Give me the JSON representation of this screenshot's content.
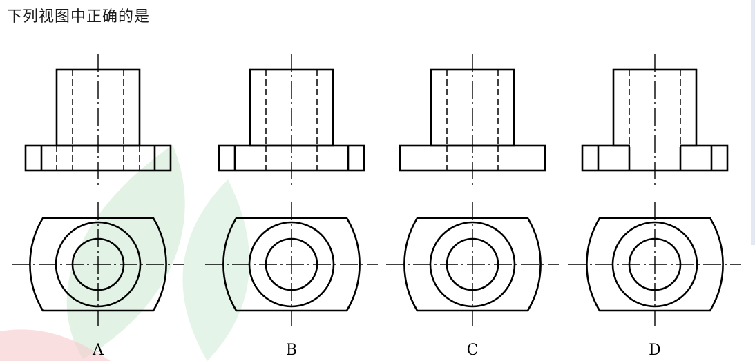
{
  "question": "下列视图中正确的是",
  "options": [
    {
      "label": "A",
      "variant": "A"
    },
    {
      "label": "B",
      "variant": "B"
    },
    {
      "label": "C",
      "variant": "C"
    },
    {
      "label": "D",
      "variant": "D"
    }
  ],
  "colors": {
    "line": "#000000",
    "watermark_green": "#bfe3c6",
    "watermark_pink": "#f7c9cc",
    "edge": "#e4e8f3"
  }
}
